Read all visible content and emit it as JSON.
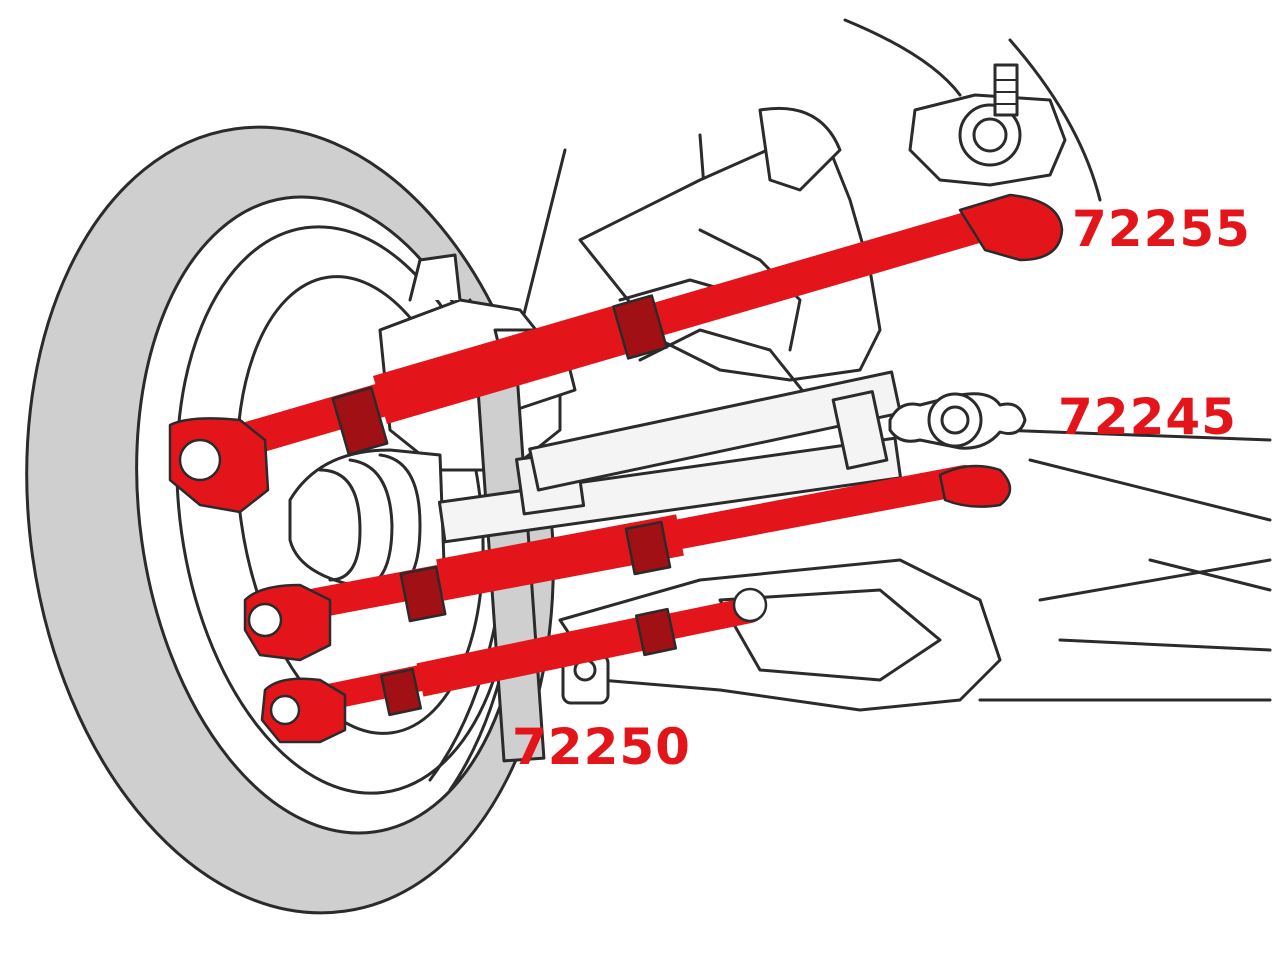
{
  "colors": {
    "accent": "#e3151b",
    "accent_dark": "#a01015",
    "line": "#2b2b2b",
    "tire": "#cfcfcf",
    "rod_grey": "#f4f4f4"
  },
  "labels": {
    "upper_arm": "72255",
    "middle_arm": "72245",
    "lower_arm": "72250"
  }
}
